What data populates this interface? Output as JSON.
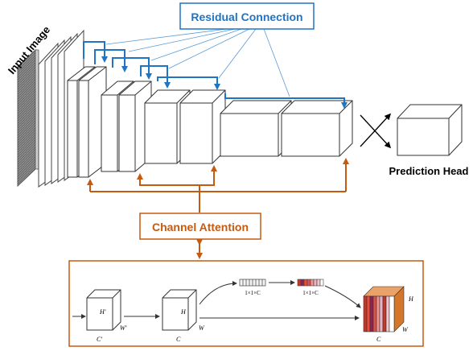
{
  "labels": {
    "input_image": "Input Image",
    "residual_connection": "Residual Connection",
    "channel_attention": "Channel Attention",
    "prediction_head": "Prediction Head"
  },
  "attention_detail": {
    "cube1": {
      "h": "H'",
      "w": "W'",
      "c": "C'"
    },
    "cube2": {
      "h": "H",
      "w": "W",
      "c": "C"
    },
    "vector1": "1×1×C",
    "vector2": "1×1×C",
    "output": {
      "h": "H",
      "w": "W",
      "c": "C"
    }
  },
  "colors": {
    "residual_blue": "#1f74c4",
    "attention_orange": "#c55a11",
    "stripes": [
      "#c0392b",
      "#e74c3c",
      "#8e2452",
      "#d9534f",
      "#f1948a",
      "#e8b4c8",
      "#f5c6cb",
      "#c0392b",
      "#ffffff"
    ]
  }
}
